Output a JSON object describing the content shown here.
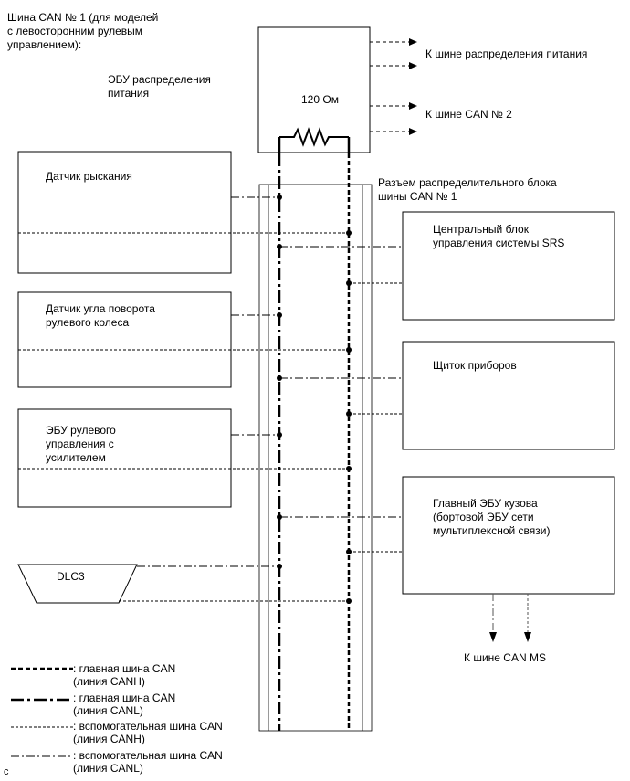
{
  "title": "Шина CAN № 1 (для моделей\nс левосторонним рулевым\nуправлением):",
  "power_ecu": {
    "label": "ЭБУ распределения\nпитания",
    "resistor": "120 Ом",
    "out_power": "К шине распределения питания",
    "out_can2": "К шине CAN № 2"
  },
  "junction": {
    "label": "Разъем распределительного блока\nшины CAN № 1"
  },
  "devices": {
    "yaw": "Датчик рыскания",
    "steer_angle": "Датчик угла поворота\nрулевого колеса",
    "eps": "ЭБУ рулевого\nуправления с\nусилителем",
    "dlc3": "DLC3",
    "srs": "Центральный блок\nуправления системы SRS",
    "meter": "Щиток приборов",
    "body_ecu": "Главный ЭБУ кузова\n(бортовой ЭБУ сети\nмультиплексной связи)",
    "ms_bus": "К шине CAN MS"
  },
  "legend": [
    {
      "style": "main-canh",
      "text": ": главная шина CAN\n(линия CANH)"
    },
    {
      "style": "main-canl",
      "text": ": главная шина CAN\n(линия CANL)"
    },
    {
      "style": "sub-canh",
      "text": ": вспомогательная шина CAN\n(линия CANH)"
    },
    {
      "style": "sub-canl",
      "text": ": вспомогательная шина CAN\n(линия CANL)"
    }
  ],
  "corner_mark": "c",
  "colors": {
    "line": "#000000",
    "arrow_gray": "#333333"
  }
}
